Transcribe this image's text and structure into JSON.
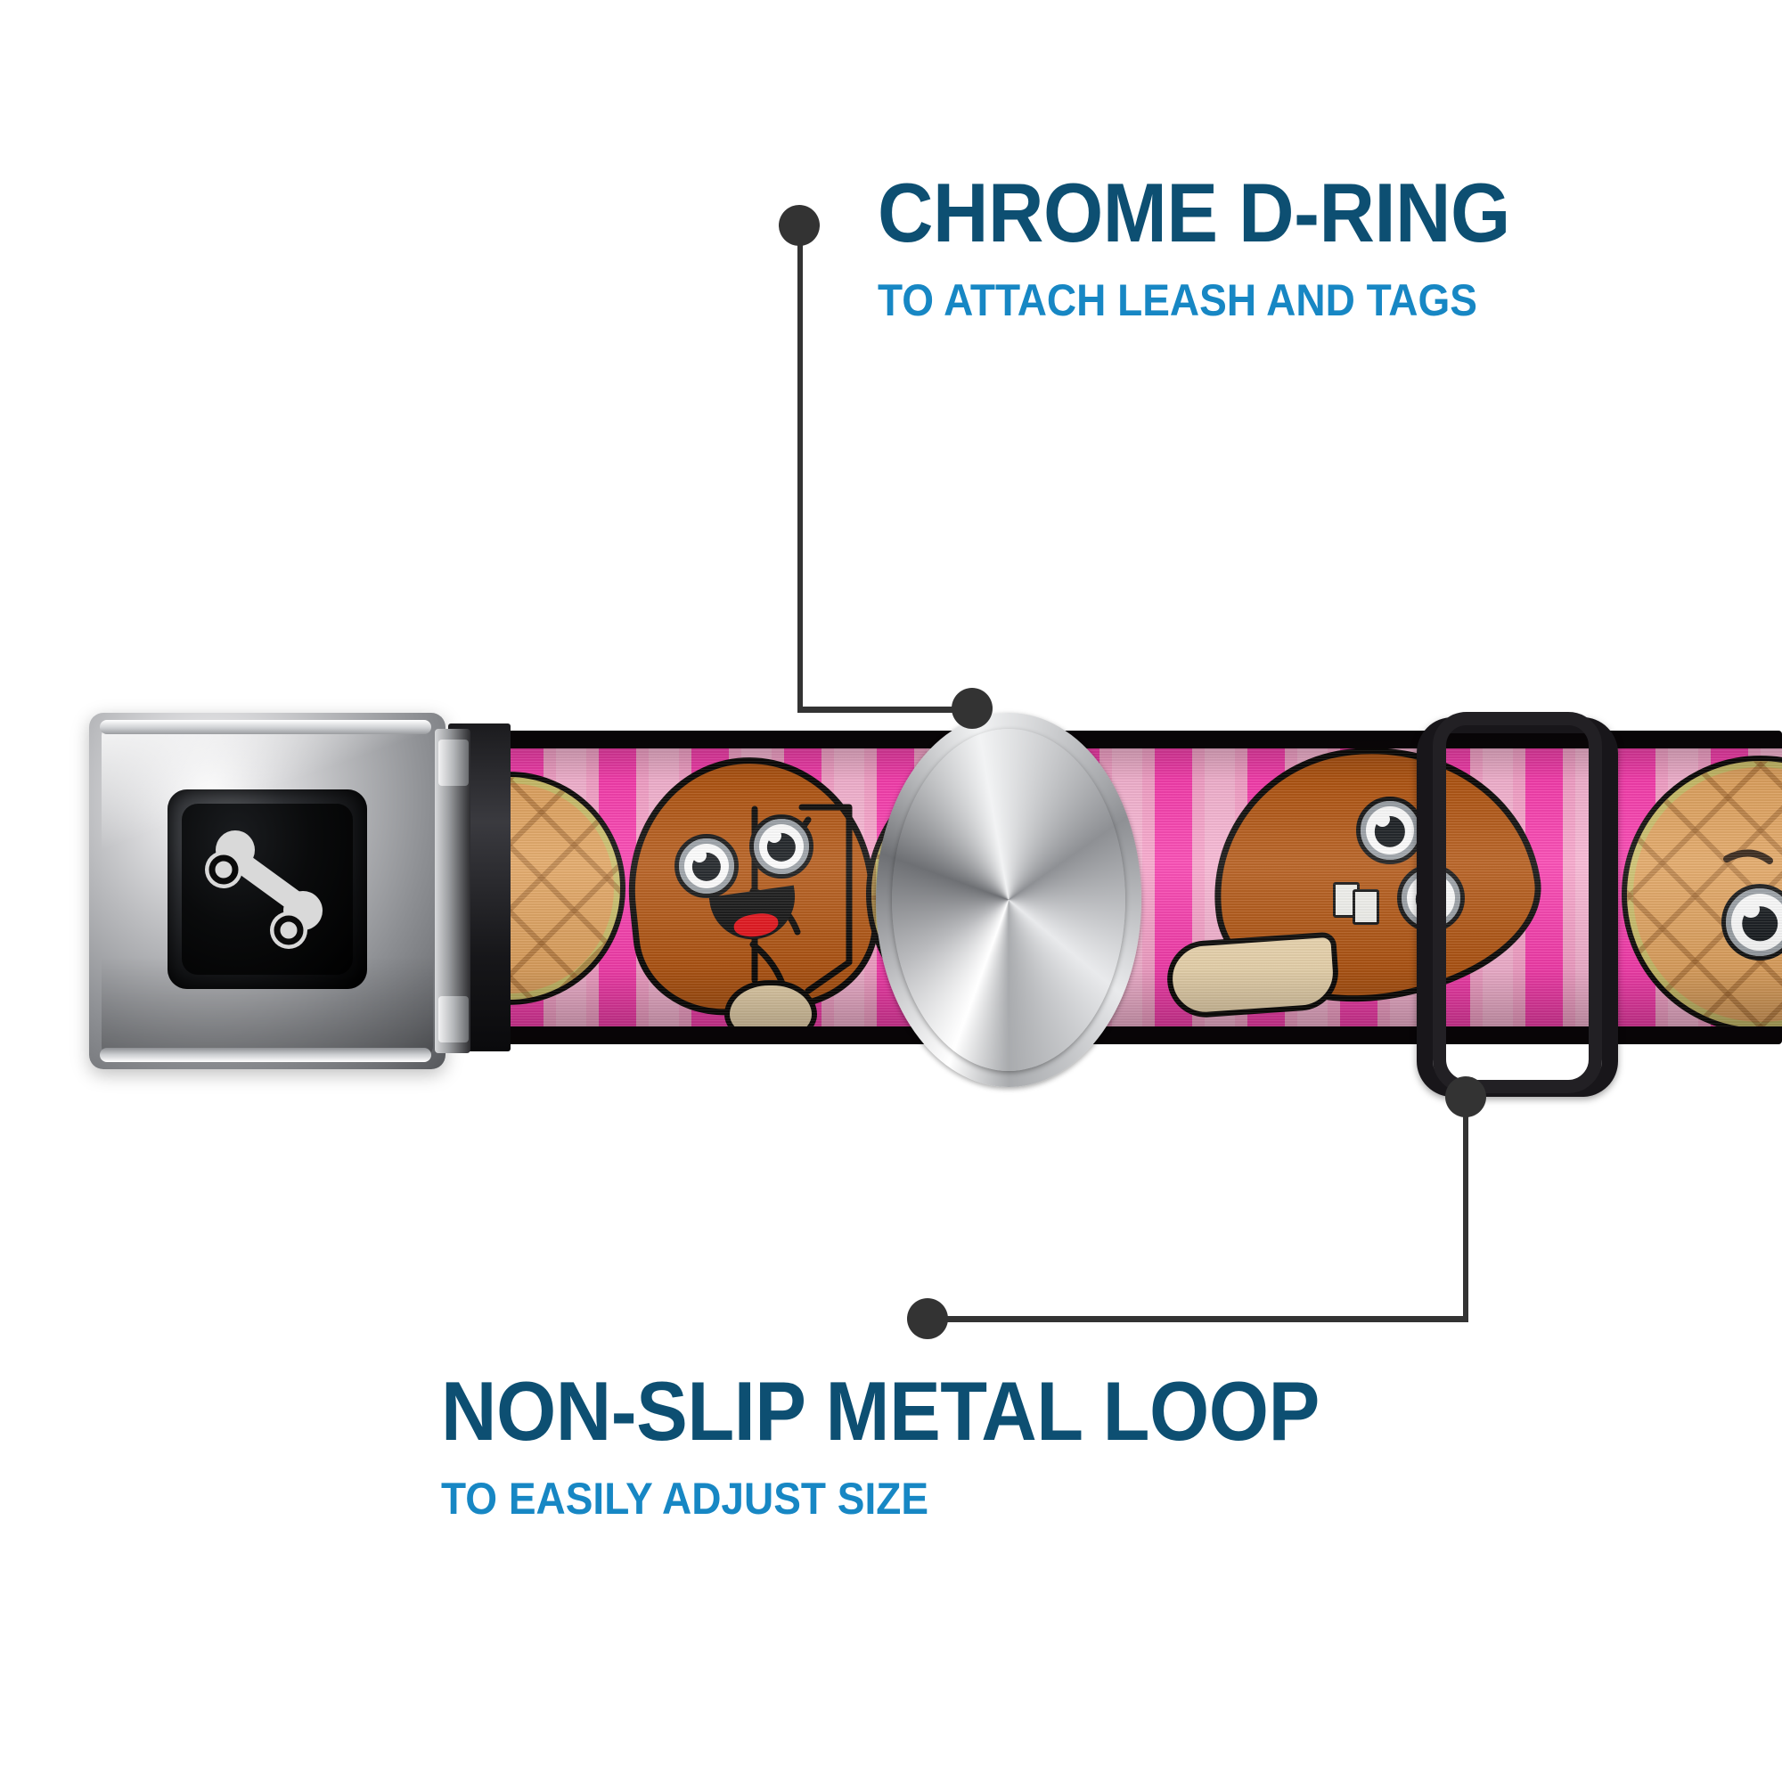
{
  "page": {
    "background_color": "#ffffff",
    "product": "dog collar product feature callout image"
  },
  "colors": {
    "title_blue": "#0d4f72",
    "subtitle_blue": "#1787c4",
    "leader_dark": "#333333",
    "strap_pink_light": "#f9b6d4",
    "strap_pink_hot": "#fb3fb0",
    "webbing_black": "#0b0709",
    "waffle_tan": "#e3a561",
    "waffle_edge": "#ccc06a",
    "drumstick_brown": "#b45714",
    "bone_cream": "#f2dcb4",
    "tongue_red": "#e8121a",
    "chrome_light": "#fdfdfd",
    "chrome_dark": "#55575b"
  },
  "callouts": [
    {
      "id": "chrome-d-ring",
      "title": "CHROME D-RING",
      "subtitle": "TO ATTACH LEASH AND TAGS"
    },
    {
      "id": "non-slip-metal-loop",
      "title": "NON-SLIP METAL LOOP",
      "subtitle": "TO EASILY ADJUST SIZE"
    }
  ],
  "hardware": {
    "buckle": {
      "name": "seatbelt-style chrome buckle",
      "button_icon": "dog-bone-icon",
      "button_color": "#000000",
      "icon_color": "#d9d9d9"
    },
    "d_ring": {
      "name": "chrome d-ring",
      "finish": "chrome"
    },
    "metal_loop": {
      "name": "non-slip metal loop",
      "finish": "black metal"
    }
  },
  "strap_pattern": {
    "background": "pink vertical stripes",
    "characters": [
      {
        "type": "waffle-character",
        "face": "smiling",
        "position": "partial-left"
      },
      {
        "type": "drumstick-character",
        "face": "smiling-open-mouth",
        "position": "left"
      },
      {
        "type": "waffle-character",
        "face": "smiling-open-mouth",
        "position": "center-under-d-ring"
      },
      {
        "type": "drumstick-character",
        "face": "smiling-teeth",
        "position": "right"
      },
      {
        "type": "waffle-character",
        "face": "winking",
        "position": "far-right"
      }
    ]
  }
}
